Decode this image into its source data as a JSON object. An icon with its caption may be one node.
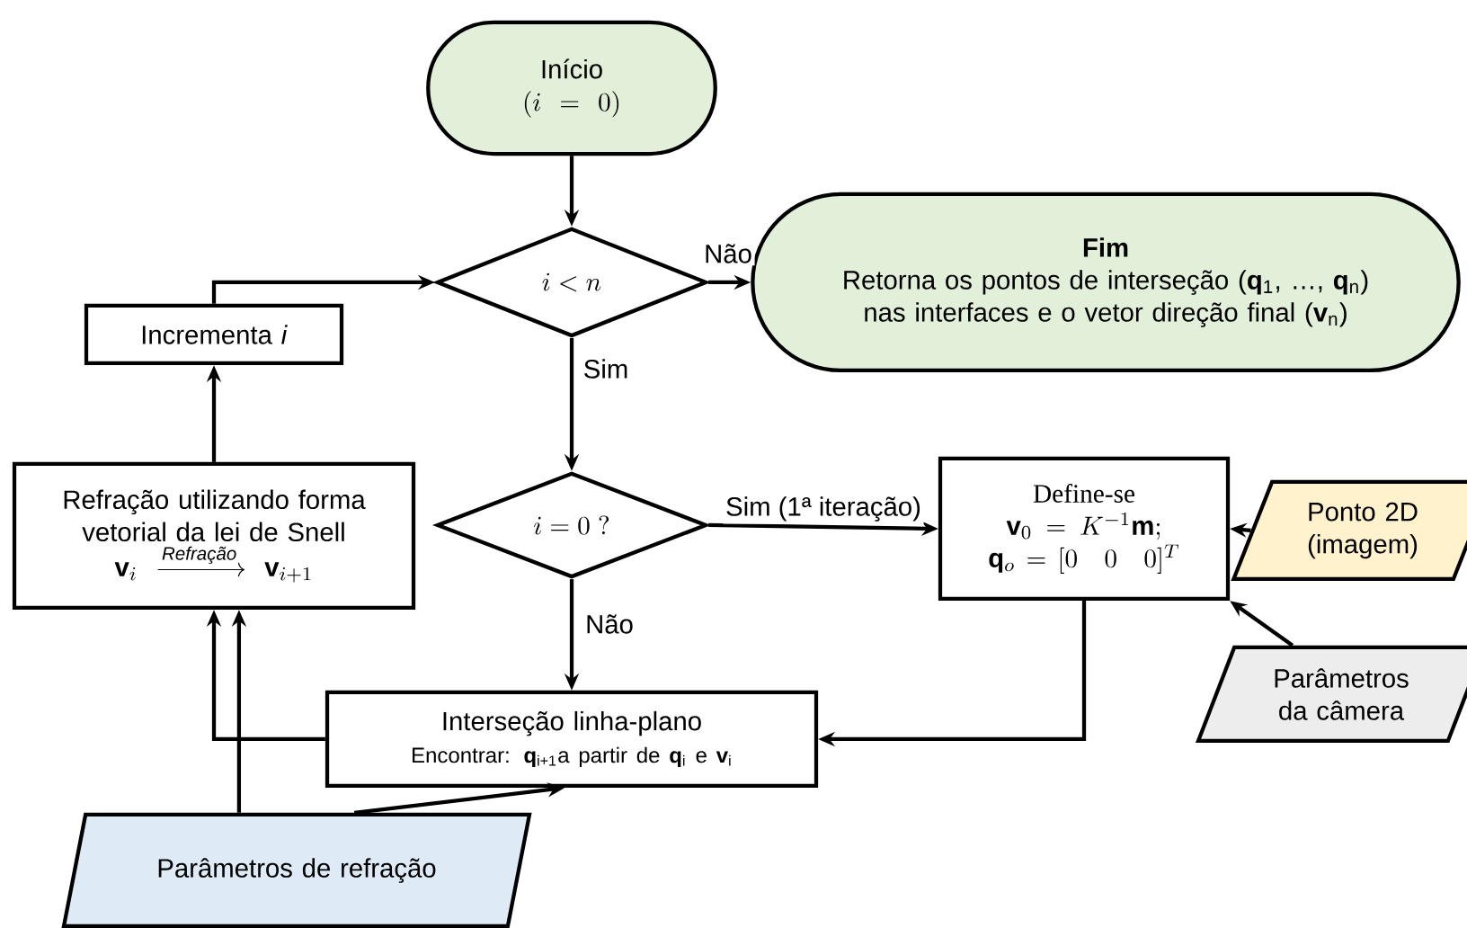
{
  "diagram": {
    "nodes": [
      {
        "text": [
          "Início",
          "(i = 0)"
        ]
      },
      {
        "text": [
          "i < n"
        ]
      },
      {
        "text": [
          "Fim",
          "Retorna os pontos de interseção (**q**$_{1}$, …, **q**$_{n}$) nas interfaces e o vetor direção final (**v**$_{n}$)"
        ]
      },
      {
        "text": [
          "Incrementa *i*"
        ]
      },
      {
        "text": [
          "i = 0\\ ?"
        ]
      },
      {
        "text": [
          "Refração utilizando forma vetorial da lei de Snell",
          "\\mathbf{v}_i \\xrightarrow{\\textit{Refração}} \\mathbf{v}_{i+1}"
        ]
      },
      {
        "text": [
          "Define-se",
          "\\mathbf{v}_0 = K^{-1}\\mathbf{m};",
          "\\mathbf{q}_o = [0\\quad 0\\quad 0]^T"
        ]
      },
      {
        "text": [
          "Ponto 2D (imagem)"
        ]
      },
      {
        "text": [
          "Interseção linha-plano",
          "Encontrar: **q**$_{i+1}$a partir de **q**$_{i}$ e **v**$_{i}$"
        ]
      },
      {
        "text": [
          "Parâmetros da câmera"
        ]
      },
      {
        "text": [
          "Parâmetros de refração"
        ]
      }
    ],
    "edges": [
      {
        "from": 0,
        "to": 1,
        "arrow": "to"
      },
      {
        "from": 1,
        "to": 2,
        "arrow": "to",
        "label": "Não"
      },
      {
        "from": 1,
        "to": 4,
        "arrow": "to",
        "label": "Sim"
      },
      {
        "from": 4,
        "to": 6,
        "arrow": "to",
        "label": "Sim (1ª iteração)"
      },
      {
        "from": 4,
        "to": 8,
        "arrow": "to",
        "label": "Não"
      },
      {
        "from": 6,
        "to": 8,
        "arrow": "to"
      },
      {
        "from": 7,
        "to": 6,
        "arrow": "to"
      },
      {
        "from": 9,
        "to": 6,
        "arrow": "to"
      },
      {
        "from": 8,
        "to": 5,
        "arrow": "to"
      },
      {
        "from": 10,
        "to": 5,
        "arrow": "to"
      },
      {
        "from": 10,
        "to": 8,
        "arrow": "to"
      },
      {
        "from": 5,
        "to": 3,
        "arrow": "to"
      },
      {
        "from": 3,
        "to": 1,
        "arrow": "to"
      }
    ]
  }
}
